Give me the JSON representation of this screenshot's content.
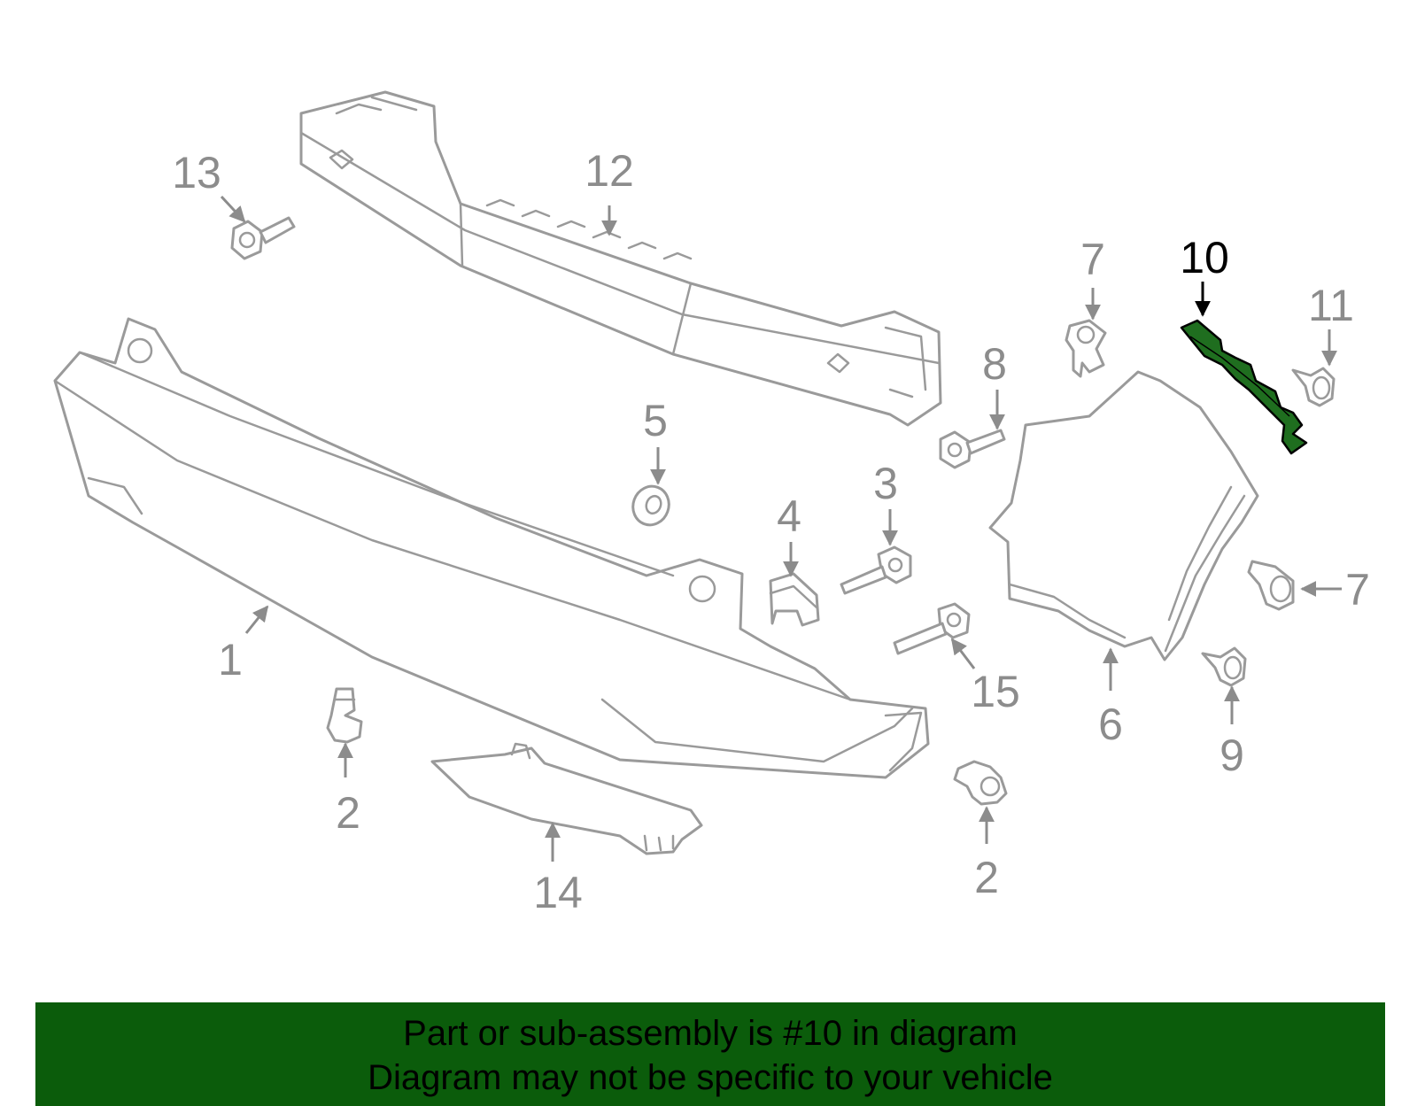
{
  "callouts": {
    "c1": "1",
    "c2a": "2",
    "c2b": "2",
    "c3": "3",
    "c4": "4",
    "c5": "5",
    "c6": "6",
    "c7a": "7",
    "c7b": "7",
    "c8": "8",
    "c9": "9",
    "c10": "10",
    "c11": "11",
    "c12": "12",
    "c13": "13",
    "c14": "14",
    "c15": "15"
  },
  "highlight": {
    "part": "10",
    "color": "#1f6e1f"
  },
  "banner": {
    "line1": "Part or sub-assembly is #10 in diagram",
    "line2": "Diagram may not be specific to your vehicle",
    "background": "#0b5c0b"
  }
}
